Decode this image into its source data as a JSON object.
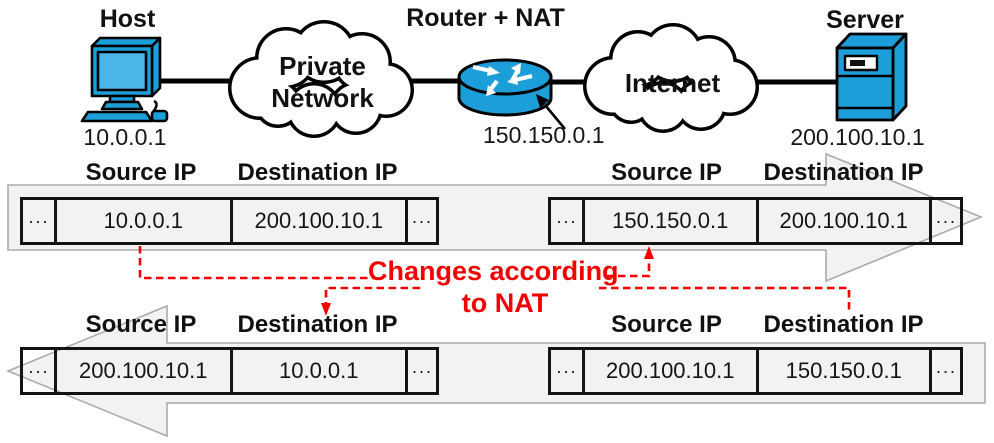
{
  "topology": {
    "host": {
      "label": "Host",
      "ip": "10.0.0.1"
    },
    "private_network": {
      "line1": "Private",
      "line2": "Network"
    },
    "router": {
      "label": "Router + NAT",
      "ip": "150.150.0.1"
    },
    "internet": {
      "label": "Internet"
    },
    "server": {
      "label": "Server",
      "ip": "200.100.10.1"
    }
  },
  "annotation": {
    "line1": "Changes according",
    "line2": "to NAT"
  },
  "packets": {
    "headers": {
      "source": "Source IP",
      "destination": "Destination IP"
    },
    "ellipsis": "···",
    "tables": {
      "out_private": {
        "source_ip": "10.0.0.1",
        "destination_ip": "200.100.10.1"
      },
      "out_public": {
        "source_ip": "150.150.0.1",
        "destination_ip": "200.100.10.1"
      },
      "in_private": {
        "source_ip": "200.100.10.1",
        "destination_ip": "10.0.0.1"
      },
      "in_public": {
        "source_ip": "200.100.10.1",
        "destination_ip": "150.150.0.1"
      }
    }
  },
  "colors": {
    "device_blue": "#1c9ed9",
    "screen_blue": "#4ab6e8",
    "red": "#f50000",
    "flow_arrow_fill": "#f2f2f1",
    "flow_arrow_stroke": "#ababab"
  }
}
